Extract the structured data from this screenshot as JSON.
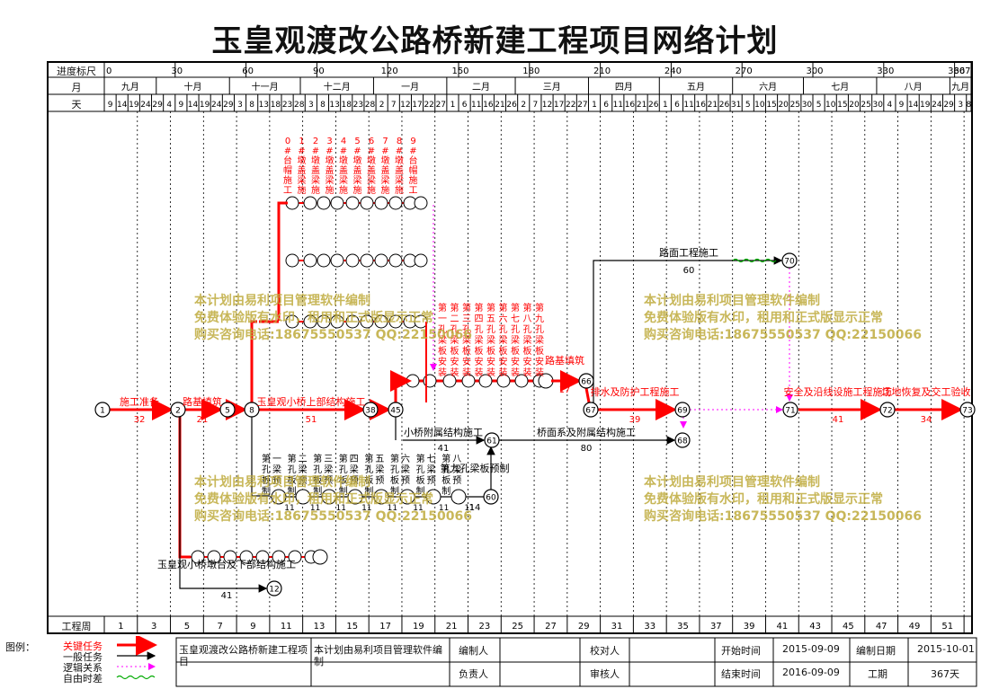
{
  "title": "玉皇观渡改公路桥新建工程项目网络计划",
  "header": {
    "scale_label": "进度标尺",
    "month_label": "月",
    "day_label": "天",
    "scale_ticks": [
      "0",
      "30",
      "60",
      "90",
      "120",
      "150",
      "180",
      "210",
      "240",
      "270",
      "300",
      "330",
      "360",
      "367"
    ],
    "months": [
      "九月",
      "十月",
      "十一月",
      "十二月",
      "一月",
      "二月",
      "三月",
      "四月",
      "五月",
      "六月",
      "七月",
      "八月",
      "九月"
    ],
    "days": [
      "9",
      "14",
      "19",
      "24",
      "29",
      "4",
      "9",
      "14",
      "19",
      "24",
      "29",
      "3",
      "8",
      "13",
      "18",
      "23",
      "28",
      "3",
      "8",
      "13",
      "18",
      "23",
      "28",
      "2",
      "7",
      "12",
      "17",
      "22",
      "27",
      "1",
      "6",
      "11",
      "16",
      "21",
      "26",
      "2",
      "7",
      "12",
      "17",
      "22",
      "27",
      "1",
      "6",
      "11",
      "16",
      "21",
      "26",
      "1",
      "6",
      "11",
      "16",
      "21",
      "26",
      "31",
      "5",
      "10",
      "15",
      "20",
      "25",
      "30",
      "5",
      "10",
      "15",
      "20",
      "25",
      "30",
      "4",
      "9",
      "14",
      "19",
      "24",
      "29",
      "3",
      "8"
    ],
    "week_label": "工程周",
    "weeks": [
      "1",
      "3",
      "5",
      "7",
      "9",
      "11",
      "13",
      "15",
      "17",
      "19",
      "21",
      "23",
      "25",
      "27",
      "29",
      "31",
      "33",
      "35",
      "37",
      "39",
      "41",
      "43",
      "45",
      "47",
      "49",
      "51"
    ]
  },
  "tasks": {
    "t1": {
      "label": "施工准备",
      "dur": "32"
    },
    "t2": {
      "label": "路基填筑",
      "dur": "21"
    },
    "t3": {
      "label": "玉皇观小桥上部结构施工",
      "dur": "51"
    },
    "t4": {
      "label": "路基填筑",
      "dur": "17"
    },
    "t5": {
      "label": "排水及防护工程施工",
      "dur": "39"
    },
    "t6": {
      "label": "安全及沿线设施工程施工",
      "dur": "41"
    },
    "t7": {
      "label": "场地恢复及交工验收",
      "dur": "34"
    },
    "t8": {
      "label": "路面工程施工",
      "dur": "60"
    },
    "t9": {
      "label": "小桥附属结构施工",
      "dur": "41"
    },
    "t10": {
      "label": "桥面系及附属结构施工",
      "dur": "80"
    },
    "t11": {
      "label": "玉皇观小桥墩台及下部结构施工",
      "dur": "41"
    },
    "t12": {
      "label": "第九孔梁板预制",
      "dur": "14"
    }
  },
  "sub_labels": {
    "pier_caps": [
      "0#台帽施工",
      "1#墩盖梁施工",
      "2#墩盖梁施工",
      "3#墩盖梁施工",
      "4#墩盖梁施工",
      "5#墩盖梁施工",
      "6#墩盖梁施工",
      "7#墩盖梁施工",
      "8#墩盖梁施工",
      "9#台帽施工"
    ],
    "beam_install": [
      "第一孔梁板安装",
      "第二孔梁板安装",
      "第三孔梁板安装",
      "第四孔梁板安装",
      "第五孔梁板安装",
      "第六孔梁板安装",
      "第七孔梁板安装",
      "第八孔梁板安装",
      "第九孔梁板安装"
    ],
    "beam_precast": [
      "第一孔梁板预制",
      "第二孔梁板预制",
      "第三孔梁板预制",
      "第四孔梁板预制",
      "第五孔梁板预制",
      "第六孔梁板预制",
      "第七孔梁板预制",
      "第八孔梁板预制"
    ],
    "precast_durs": [
      "11",
      "11",
      "11",
      "11",
      "11",
      "11",
      "11",
      "11"
    ]
  },
  "legend": {
    "label": "图例：",
    "items": [
      "关键任务",
      "一般任务",
      "逻辑关系",
      "自由时差"
    ],
    "project_name": "玉皇观渡改公路桥新建工程项目",
    "software": "本计划由易利项目管理软件编制",
    "editor_label": "编制人",
    "reviewer_label": "校对人",
    "manager_label": "负责人",
    "auditor_label": "审核人",
    "start_label": "开始时间",
    "start_value": "2015-09-09",
    "end_label": "结束时间",
    "end_value": "2016-09-09",
    "date_label": "编制日期",
    "date_value": "2015-10-01",
    "period_label": "工期",
    "period_value": "367天"
  },
  "watermark": {
    "line1": "本计划由易利项目管理软件编制",
    "line2": "免费体验版有水印，租用和正式版显示正常",
    "line3": "购买咨询电话:18675550537 QQ:22150066"
  },
  "colors": {
    "critical": "#ff0000",
    "normal": "#000000",
    "logic": "#ff00ff",
    "float": "#00aa00"
  }
}
